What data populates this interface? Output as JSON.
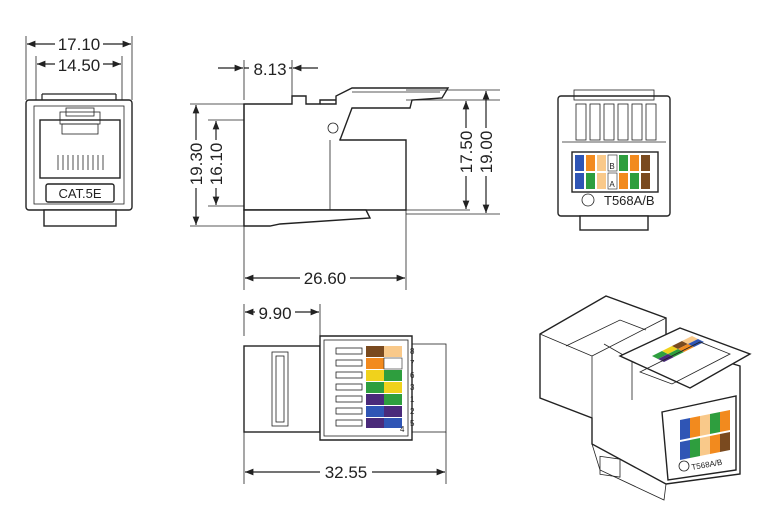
{
  "dimensions": {
    "front_overall_width": "17.10",
    "front_inner_width": "14.50",
    "side_top_offset": "8.13",
    "side_overall_height": "19.30",
    "side_inner_height": "16.10",
    "side_length": "26.60",
    "rear_inner_height": "17.50",
    "rear_overall_height": "19.00",
    "top_offset": "9.90",
    "top_length": "32.55"
  },
  "labels": {
    "front_badge": "CAT.5E",
    "rear_wiring": "T568A/B",
    "iso_wiring": "T568A/B",
    "wire_letter_b": "B",
    "wire_letter_a": "A",
    "top_pin_numbers": [
      "8",
      "7",
      "6",
      "3",
      "1",
      "2",
      "5",
      "4"
    ]
  },
  "colors": {
    "orange": "#f28a1e",
    "orange_white": "#f9c98a",
    "brown": "#7a4a1f",
    "green": "#2e9e3e",
    "blue": "#2f55b5",
    "yellow": "#f0d21c",
    "purple": "#4a2a7a",
    "white": "#ffffff"
  }
}
